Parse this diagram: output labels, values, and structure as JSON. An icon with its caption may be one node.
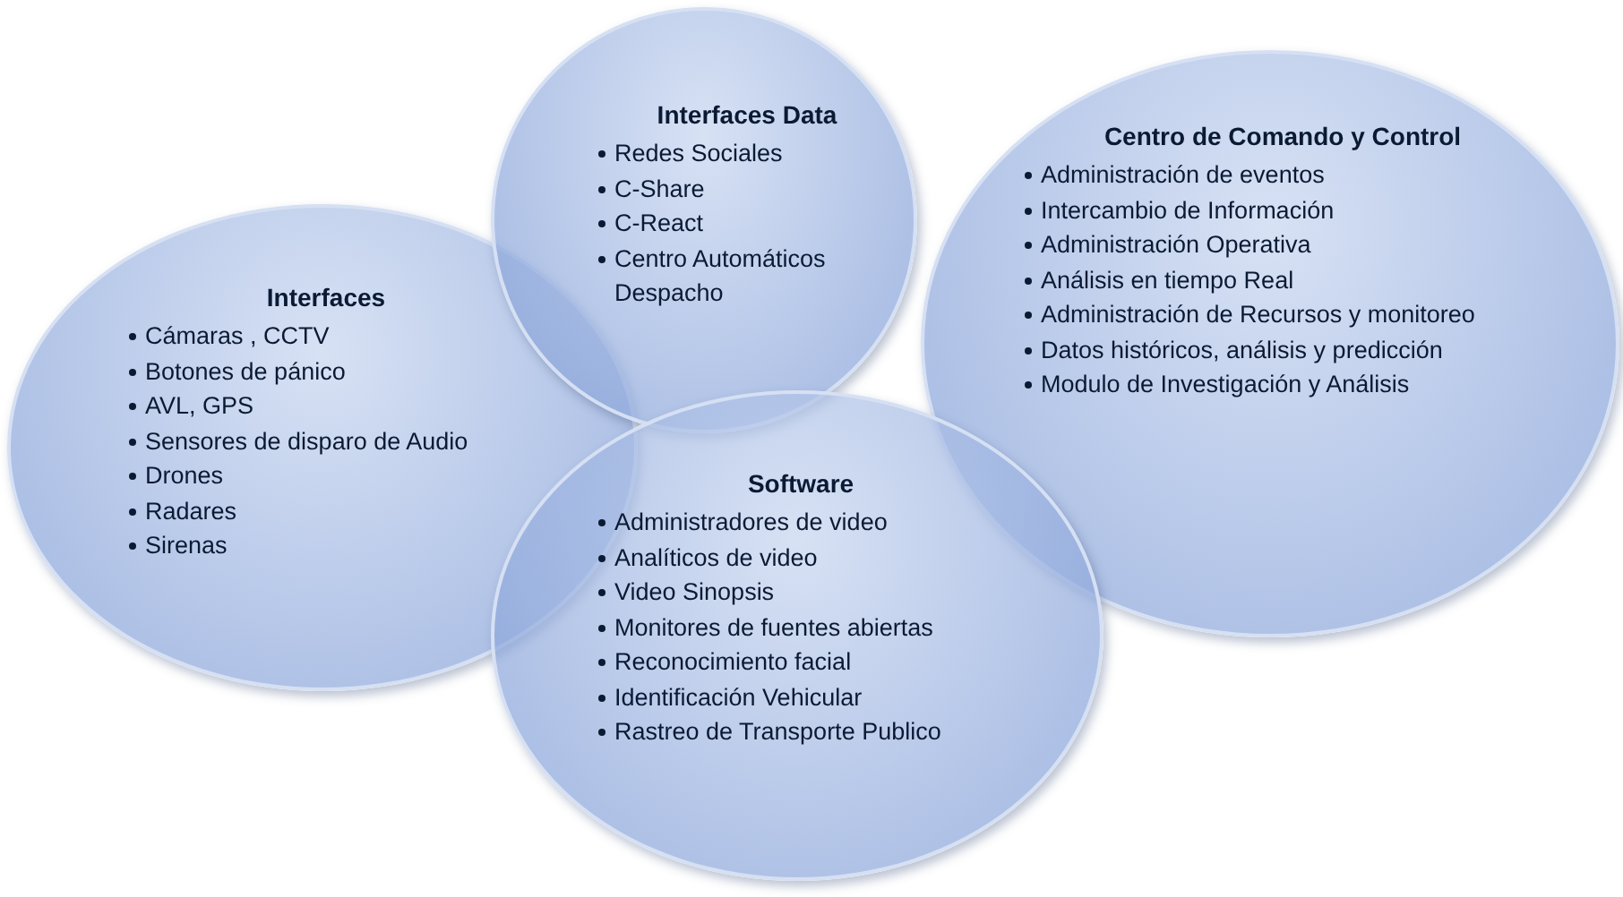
{
  "diagram": {
    "nodes": [
      {
        "text": [
          "Interfaces",
          "Cámaras , CCTV",
          "Botones de pánico",
          "AVL, GPS",
          "Sensores de disparo de Audio",
          "Drones",
          "Radares",
          "Sirenas"
        ]
      },
      {
        "text": [
          "Interfaces Data",
          "Redes Sociales",
          "C-Share",
          "C-React",
          "Centro Automáticos Despacho"
        ]
      },
      {
        "text": [
          "Centro de Comando y  Control",
          "Administración de eventos",
          "Intercambio de Información",
          "Administración Operativa",
          "Análisis en tiempo Real",
          "Administración de Recursos y monitoreo",
          "Datos históricos, análisis y predicción",
          "Modulo de Investigación y Análisis"
        ]
      },
      {
        "text": [
          "Software",
          "Administradores de video",
          "Analíticos de video",
          "Video Sinopsis",
          "Monitores de fuentes abiertas",
          "Reconocimiento facial",
          "Identificación Vehicular",
          "Rastreo de Transporte Publico"
        ]
      }
    ]
  }
}
